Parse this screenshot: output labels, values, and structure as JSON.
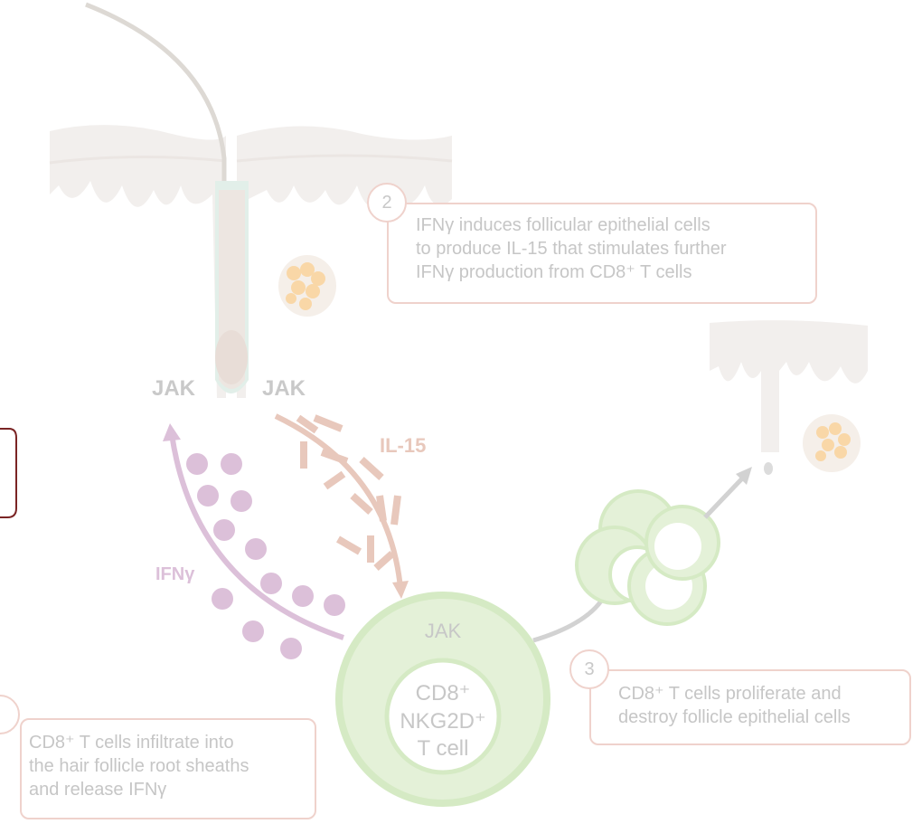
{
  "labels": {
    "jak_left": "JAK",
    "jak_right": "JAK",
    "il15": "IL-15",
    "ifng": "IFNγ",
    "cell_jak": "JAK",
    "cell_line1": "CD8⁺",
    "cell_line2": "NKG2D⁺",
    "cell_line3": "T cell"
  },
  "steps": [
    {
      "number": "",
      "lines": [
        "CD8⁺ T cells infiltrate into",
        "the hair follicle root sheaths",
        "and release IFNγ"
      ]
    },
    {
      "number": "2",
      "lines": [
        "IFNγ induces follicular epithelial cells",
        "to produce IL-15 that stimulates further",
        "IFNγ production from CD8⁺ T cells"
      ]
    },
    {
      "number": "3",
      "lines": [
        "CD8⁺ T cells proliferate and",
        "destroy follicle epithelial cells"
      ]
    }
  ],
  "colors": {
    "callout_border": "#efd2cc",
    "ifng": "#dcc0d9",
    "il15": "#e8c8bc",
    "tcell": "#d9edc9",
    "jak_text": "#c9c9c9",
    "accent_border": "#7a2424"
  }
}
